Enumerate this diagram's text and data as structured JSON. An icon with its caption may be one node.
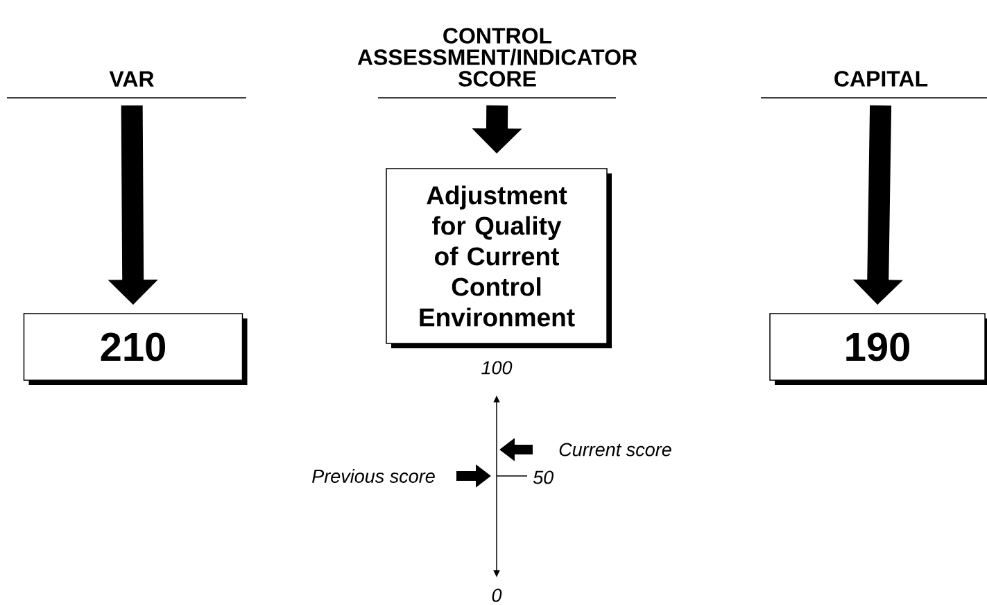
{
  "diagram": {
    "nodes": [
      {
        "text": [
          "VAR"
        ]
      },
      {
        "text": [
          "210"
        ]
      },
      {
        "text": [
          "CONTROL ASSESSMENT/INDICATOR SCORE"
        ]
      },
      {
        "text": [
          "Adjustment for Quality of Current Control Environment"
        ]
      },
      {
        "text": [
          "CAPITAL"
        ]
      },
      {
        "text": [
          "190"
        ]
      }
    ],
    "edges": [
      {
        "from": 0,
        "to": 1,
        "arrow": "to"
      },
      {
        "from": 2,
        "to": 3,
        "arrow": "to"
      },
      {
        "from": 4,
        "to": 5,
        "arrow": "to"
      }
    ],
    "labels": [
      "100",
      "Current score",
      "Previous score",
      "50",
      "0"
    ]
  }
}
